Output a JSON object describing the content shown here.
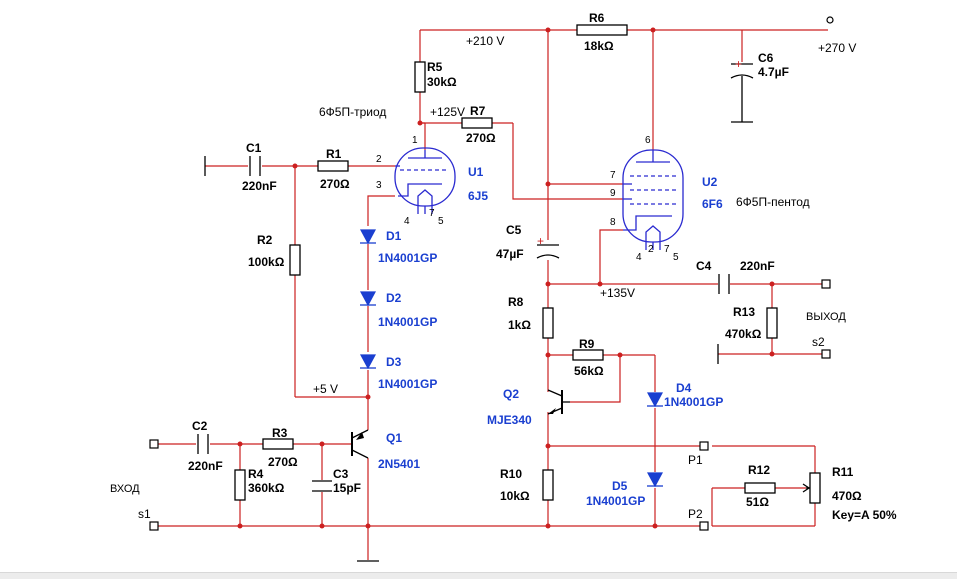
{
  "rails": {
    "v270": "+270 V",
    "v210": "+210 V",
    "v125": "+125V",
    "v135": "+135V",
    "v5": "+5 V"
  },
  "tubes": {
    "u1": {
      "ref": "U1",
      "type": "6J5",
      "note": "6Ф5П-триод",
      "pins": [
        "1",
        "2",
        "3",
        "4",
        "7",
        "5"
      ]
    },
    "u2": {
      "ref": "U2",
      "type": "6F6",
      "note": "6Ф5П-пентод",
      "pins": [
        "6",
        "7",
        "9",
        "8",
        "2",
        "7",
        "5",
        "4"
      ]
    }
  },
  "resistors": {
    "r1": {
      "ref": "R1",
      "value": "270Ω"
    },
    "r2": {
      "ref": "R2",
      "value": "100kΩ"
    },
    "r3": {
      "ref": "R3",
      "value": "270Ω"
    },
    "r4": {
      "ref": "R4",
      "value": "360kΩ"
    },
    "r5": {
      "ref": "R5",
      "value": "30kΩ"
    },
    "r6": {
      "ref": "R6",
      "value": "18kΩ"
    },
    "r7": {
      "ref": "R7",
      "value": "270Ω"
    },
    "r8": {
      "ref": "R8",
      "value": "1kΩ"
    },
    "r9": {
      "ref": "R9",
      "value": "56kΩ"
    },
    "r10": {
      "ref": "R10",
      "value": "10kΩ"
    },
    "r11": {
      "ref": "R11",
      "value": "470Ω",
      "key": "Key=A  50%"
    },
    "r12": {
      "ref": "R12",
      "value": "51Ω"
    },
    "r13": {
      "ref": "R13",
      "value": "470kΩ"
    }
  },
  "capacitors": {
    "c1": {
      "ref": "C1",
      "value": "220nF"
    },
    "c2": {
      "ref": "C2",
      "value": "220nF"
    },
    "c3": {
      "ref": "C3",
      "value": "15pF"
    },
    "c4": {
      "ref": "C4",
      "value": "220nF"
    },
    "c5": {
      "ref": "C5",
      "value": "47µF"
    },
    "c6": {
      "ref": "C6",
      "value": "4.7µF"
    }
  },
  "diodes": {
    "d1": {
      "ref": "D1",
      "part": "1N4001GP"
    },
    "d2": {
      "ref": "D2",
      "part": "1N4001GP"
    },
    "d3": {
      "ref": "D3",
      "part": "1N4001GP"
    },
    "d4": {
      "ref": "D4",
      "part": "1N4001GP"
    },
    "d5": {
      "ref": "D5",
      "part": "1N4001GP"
    }
  },
  "transistors": {
    "q1": {
      "ref": "Q1",
      "part": "2N5401"
    },
    "q2": {
      "ref": "Q2",
      "part": "MJE340"
    }
  },
  "ports": {
    "input": "ВХОД",
    "output": "ВЫХОД",
    "s1": "s1",
    "s2": "s2",
    "p1": "P1",
    "p2": "P2"
  },
  "polarity": "+"
}
